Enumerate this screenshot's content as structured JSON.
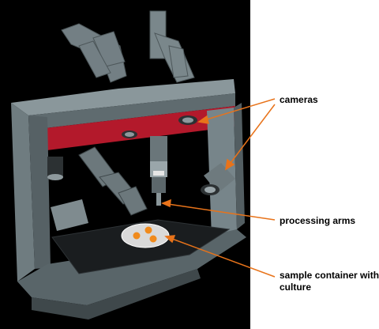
{
  "labels": {
    "cameras": "cameras",
    "processing_arms": "processing arms",
    "sample_container_line1": "sample container with",
    "sample_container_line2": "culture"
  },
  "colors": {
    "background_panel": "#000000",
    "frame": "#6f7c80",
    "frame_dark": "#4a5457",
    "red_band": "#b3192b",
    "arrow": "#e8731a",
    "dish": "#d9d9d9",
    "culture": "#f08a1c"
  }
}
